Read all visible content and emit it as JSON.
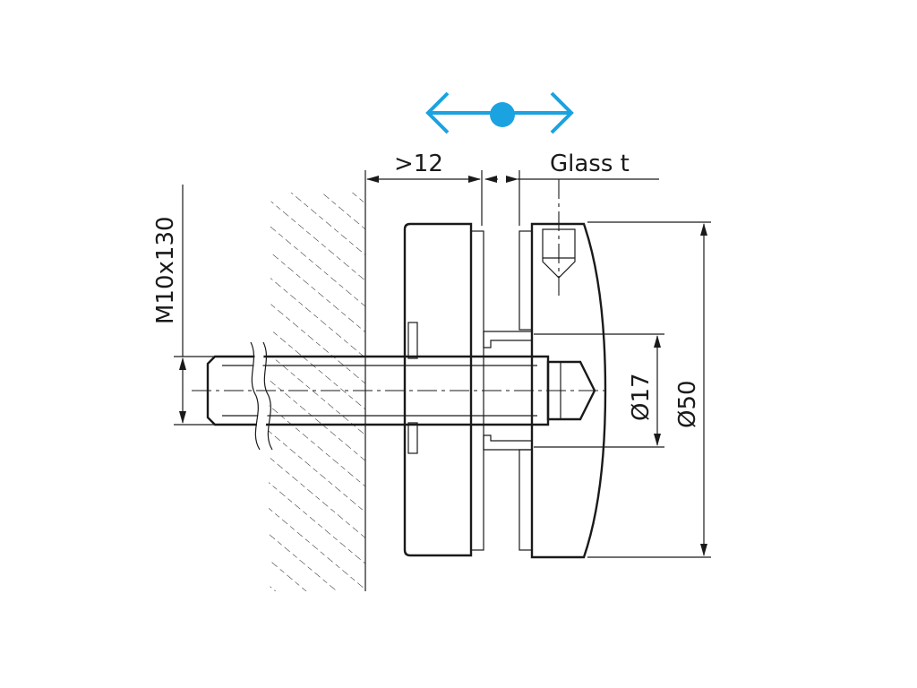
{
  "dimensions": {
    "min_gap": ">12",
    "glass_thickness": "Glass t",
    "bolt": "M10x130",
    "inner_diameter": "Ø17",
    "outer_diameter": "Ø50"
  },
  "colors": {
    "adjust_arrow": "#1aa3e0",
    "line": "#1a1a1a",
    "background": "#ffffff"
  },
  "icons": {
    "adjust": "double-arrow-with-dot-icon"
  }
}
